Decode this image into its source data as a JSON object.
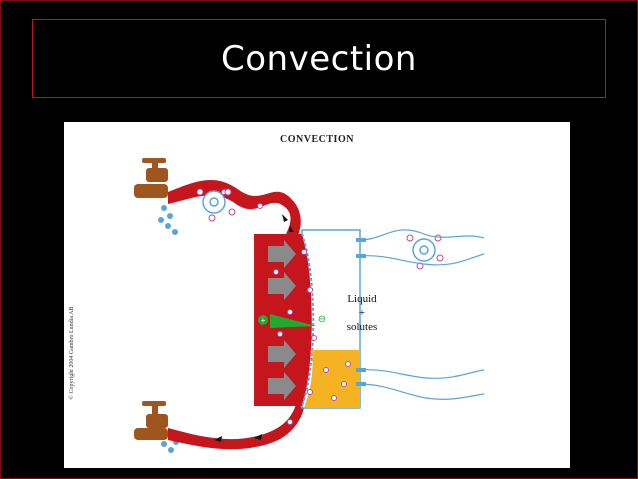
{
  "slide": {
    "title": "Convection"
  },
  "figure": {
    "heading": "CONVECTION",
    "liquid_label": [
      "Liquid",
      "+",
      "solutes"
    ],
    "copyright": "© Copyright 2004 Gambro Lundia AB",
    "sign_positive": "+",
    "sign_negative": "⊖"
  },
  "colors": {
    "blood": "#c4161c",
    "filtrate": "#f5b323",
    "membrane": "#5aa5d8",
    "tap": "#a0551e",
    "pressure_arrow": "#1eaa2e"
  }
}
